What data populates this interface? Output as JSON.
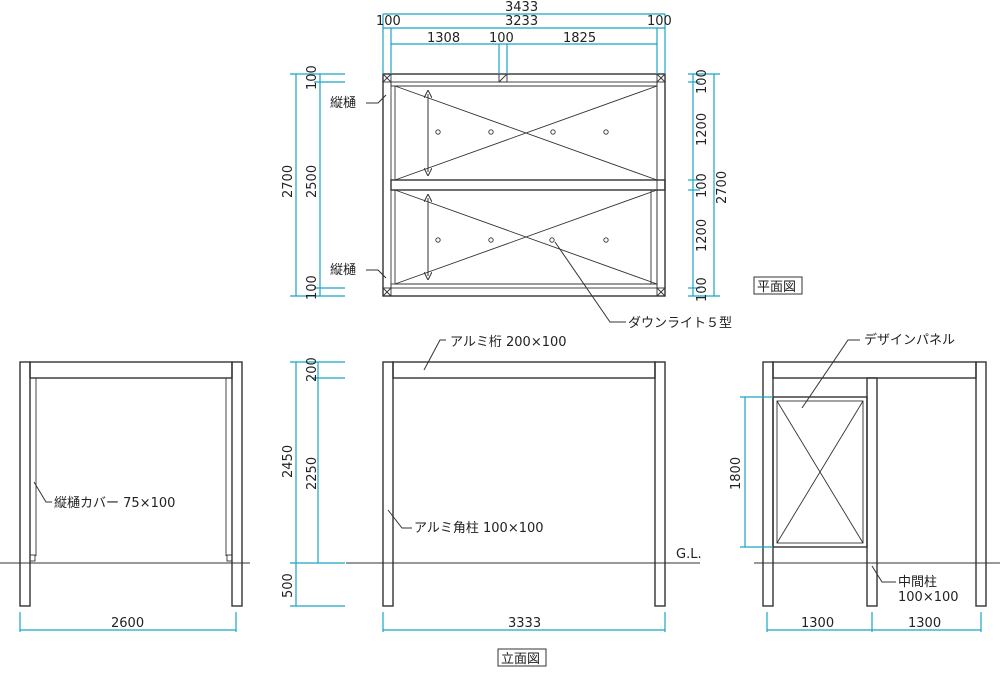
{
  "plan": {
    "label": "平面図",
    "dims_top": {
      "total": "3433",
      "inner": "3233",
      "left_edge": "100",
      "right_edge": "100",
      "bay_left": "1308",
      "mid": "100",
      "bay_right": "1825"
    },
    "dims_left": {
      "total": "2700",
      "inner": "2500",
      "top": "100",
      "bottom": "100"
    },
    "dims_right": {
      "total": "2700",
      "top": "100",
      "bay1": "1200",
      "mid": "100",
      "bay2": "1200",
      "bottom": "100"
    },
    "gutter_label_top": "縦樋",
    "gutter_label_bottom": "縦樋",
    "downlight_label": "ダウンライト５型"
  },
  "elevation": {
    "label": "立面図",
    "side": {
      "width_dim": "2600",
      "gutter_cover_label": "縦樋カバー 75×100"
    },
    "front": {
      "beam_label": "アルミ桁 200×100",
      "post_label": "アルミ角柱 100×100",
      "width_dim": "3333",
      "dim_total_height": "2450",
      "dim_beam": "200",
      "dim_clear": "2250",
      "dim_below": "500",
      "ground_label": "G.L."
    },
    "back": {
      "panel_label": "デザインパネル",
      "panel_height_dim": "1800",
      "mid_post_label_1": "中間柱",
      "mid_post_label_2": "100×100",
      "width_left": "1300",
      "width_right": "1300"
    }
  }
}
